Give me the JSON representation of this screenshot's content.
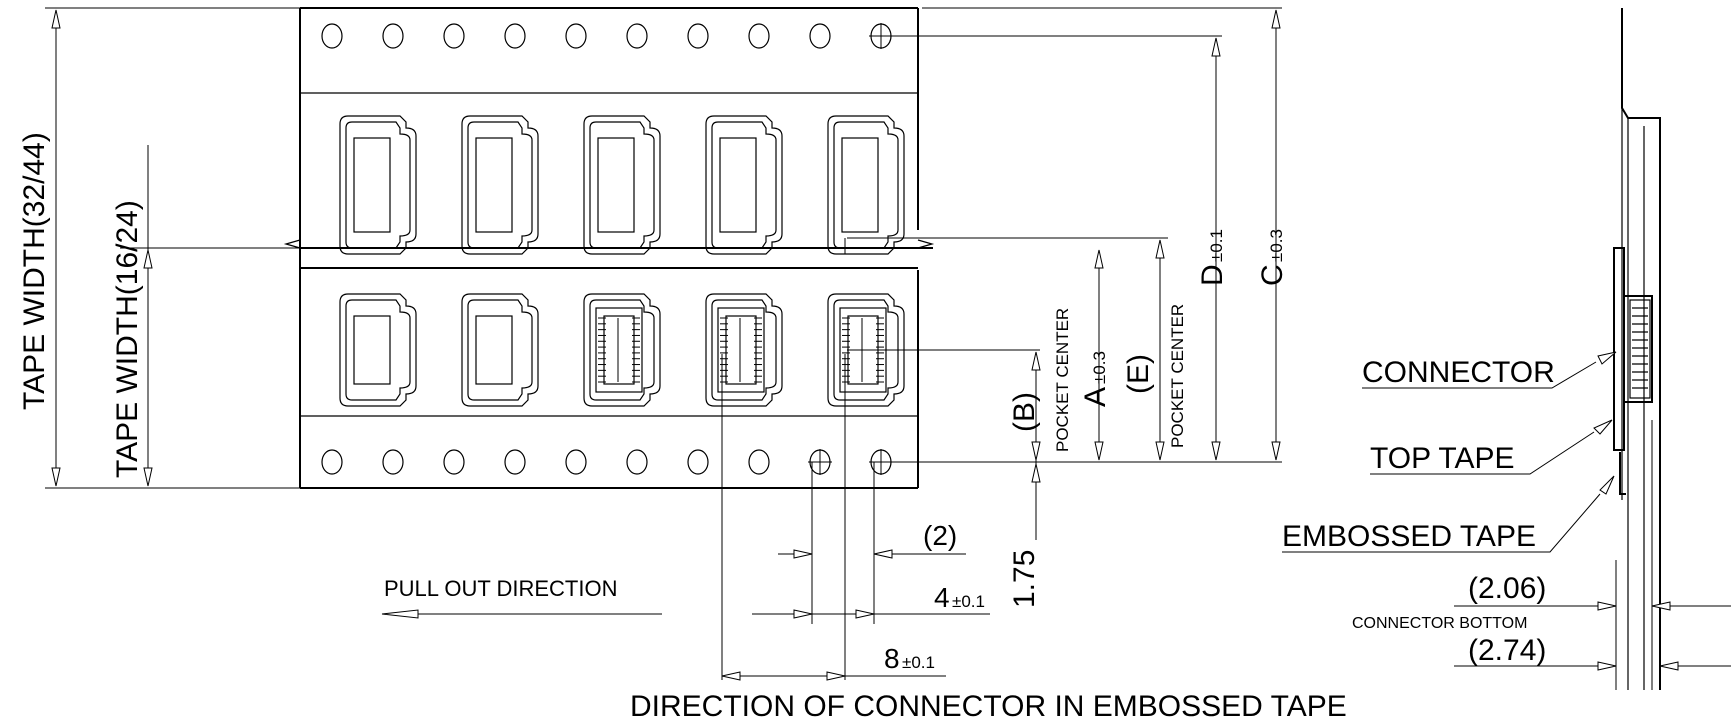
{
  "labels": {
    "tape_width_outer": "TAPE WIDTH(32/44)",
    "tape_width_inner": "TAPE WIDTH(16/24)",
    "dim_c": "C",
    "dim_c_tol": "±0.3",
    "dim_d": "D",
    "dim_d_tol": "±0.1",
    "dim_e": "(E)",
    "pocket_center_e": "POCKET CENTER",
    "dim_a": "A",
    "dim_a_tol": "±0.3",
    "pocket_center_a": "POCKET CENTER",
    "dim_b": "(B)",
    "dim_175": "1.75",
    "dim_2": "(2)",
    "dim_4": "4",
    "dim_4_tol": "±0.1",
    "dim_8": "8",
    "dim_8_tol": "±0.1",
    "pull_out": "PULL OUT DIRECTION",
    "direction_caption": "DIRECTION OF CONNECTOR IN EMBOSSED TAPE",
    "connector": "CONNECTOR",
    "top_tape": "TOP TAPE",
    "embossed_tape": "EMBOSSED TAPE",
    "dim_206": "(2.06)",
    "connector_bottom": "CONNECTOR BOTTOM",
    "dim_274": "(2.74)"
  },
  "drawing": {
    "sprocket_holes_per_row": 10,
    "pockets_per_row": 5,
    "upper_row_connectors": 0,
    "lower_row_connectors": 3,
    "line_color": "#000000",
    "background": "#ffffff"
  }
}
